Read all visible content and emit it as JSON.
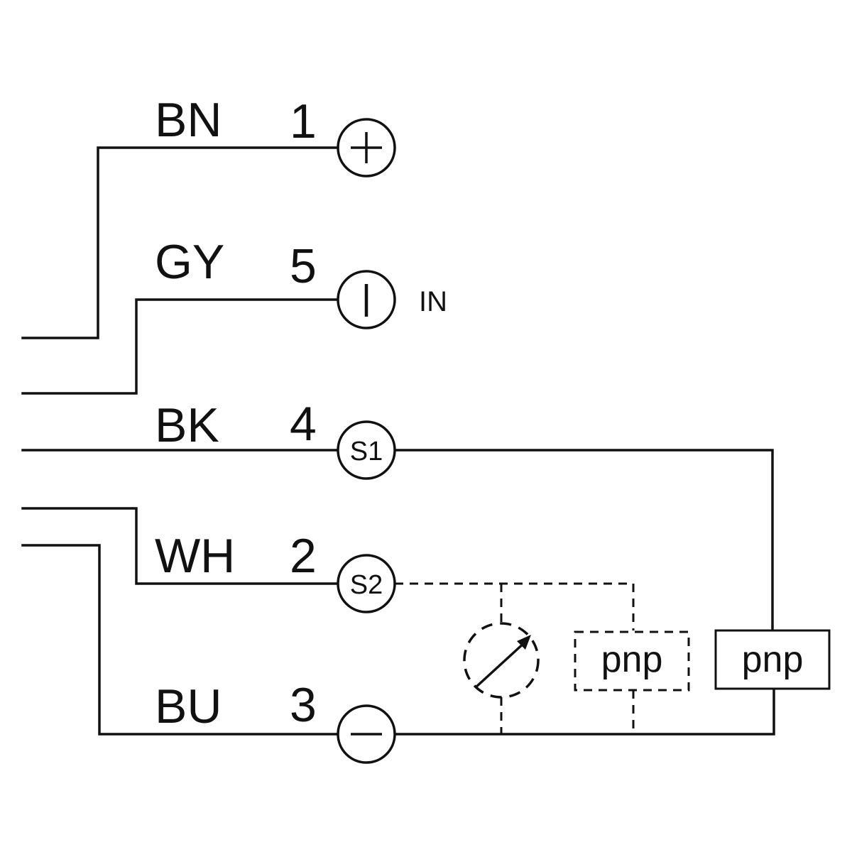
{
  "wires": [
    {
      "color_code": "BN",
      "pin": "1",
      "symbol": "+"
    },
    {
      "color_code": "GY",
      "pin": "5",
      "symbol": "|",
      "note": "IN"
    },
    {
      "color_code": "BK",
      "pin": "4",
      "symbol": "S1"
    },
    {
      "color_code": "WH",
      "pin": "2",
      "symbol": "S2"
    },
    {
      "color_code": "BU",
      "pin": "3",
      "symbol": "−"
    }
  ],
  "outputs": {
    "dashed_box_label": "pnp",
    "solid_box_label": "pnp"
  },
  "colors": {
    "line": "#111111",
    "background": "#ffffff"
  }
}
